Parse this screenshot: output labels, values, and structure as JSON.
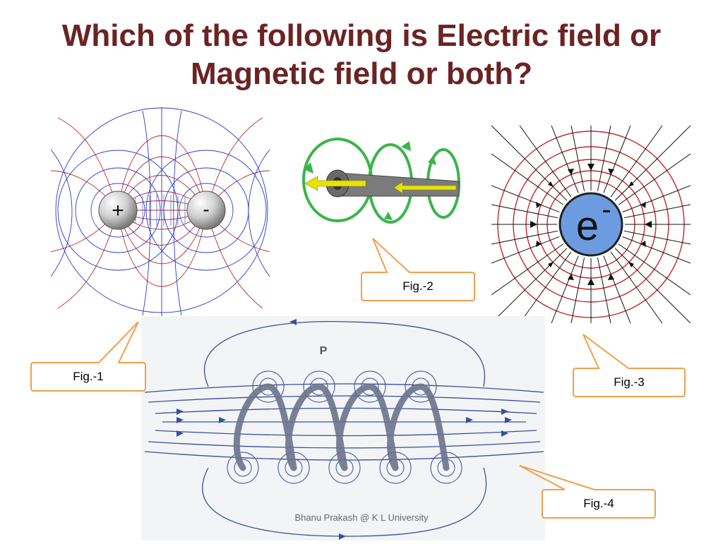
{
  "slide": {
    "title_line1": "Which of the following is Electric field or",
    "title_line2": "Magnetic field or both?"
  },
  "figures": {
    "fig1": {
      "label": "Fig.-1",
      "positive_charge": "+",
      "negative_charge": "-"
    },
    "fig2": {
      "label": "Fig.-2"
    },
    "fig3": {
      "label": "Fig.-3",
      "charge": "e",
      "charge_sup": "-"
    },
    "fig4": {
      "label": "Fig.-4",
      "point_label": "P"
    }
  },
  "footer": {
    "credit": "Bhanu Prakash @ K L University"
  },
  "colors": {
    "title": "#6b2323",
    "callout_border": "#f0a04b",
    "field_red": "#c0282a",
    "field_blue": "#2b3cc0",
    "electron_fill": "#6d9be0",
    "arrow_green": "#3ab54a",
    "wire_grey": "#7b7b7b",
    "solenoid_blue": "#3a4e9a"
  },
  "icons": [
    "positive-charge-sphere",
    "negative-charge-sphere",
    "electron-circle",
    "current-arrow",
    "circulating-field-arrow",
    "solenoid-coil"
  ]
}
